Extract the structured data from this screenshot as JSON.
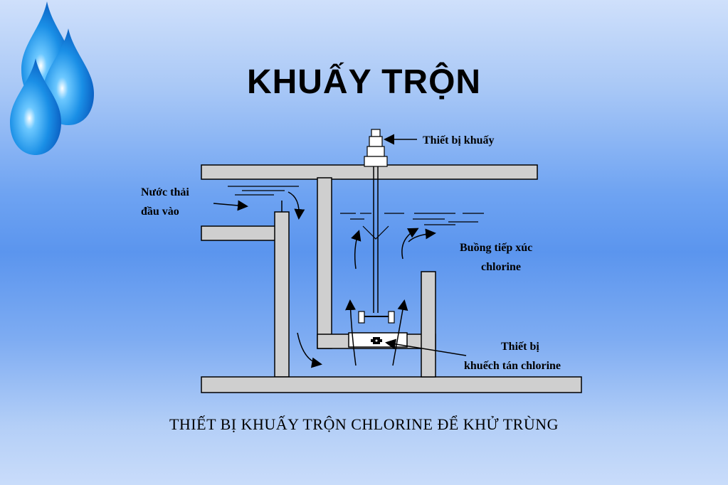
{
  "title": "KHUẤY TRỘN",
  "caption": "THIẾT BỊ KHUẤY TRỘN CHLORINE ĐỂ KHỬ TRÙNG",
  "labels": {
    "mixer": "Thiết bị khuấy",
    "inlet_line1": "Nước thải",
    "inlet_line2": "đầu vào",
    "chamber_line1": "Buồng tiếp xúc",
    "chamber_line2": "chlorine",
    "diffuser_line1": "Thiết bị",
    "diffuser_line2": "khuếch tán chlorine"
  },
  "colors": {
    "wall": "#cfcfcf",
    "drop": "#1a8fe6"
  }
}
